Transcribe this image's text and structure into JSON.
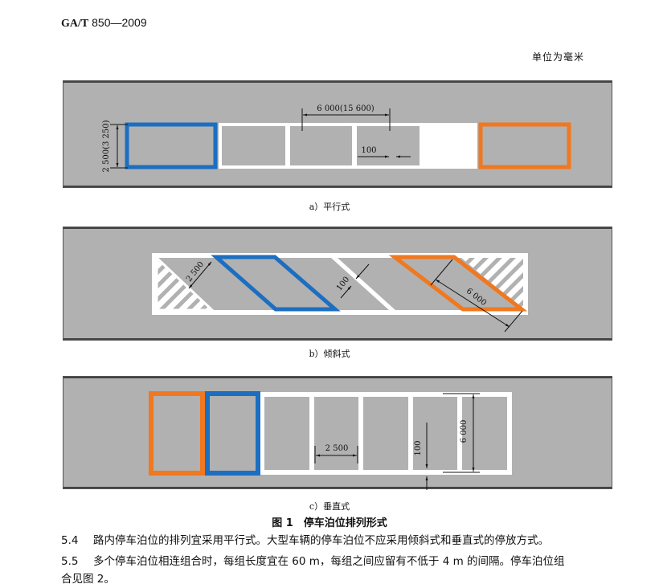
{
  "header": {
    "standard_prefix": "GA/T",
    "standard_number": "850—2009",
    "unit_note": "单位为毫米"
  },
  "colors": {
    "road_gray": "#b1b1b1",
    "marking_white": "#ffffff",
    "blue_stall": "#1c6ec0",
    "orange_stall": "#f07820",
    "dimension_line": "#111111"
  },
  "figure": {
    "title": "图 1　停车泊位排列形式",
    "panels": [
      {
        "id": "a",
        "caption": "a）平行式",
        "dimensions": {
          "stall_length": "6 000(15 600)",
          "stall_width": "2 500(3 250)",
          "line_width": "100"
        }
      },
      {
        "id": "b",
        "caption": "b）倾斜式",
        "dimensions": {
          "stall_width": "2 500",
          "line_width": "100",
          "stall_length": "6 000"
        }
      },
      {
        "id": "c",
        "caption": "c）垂直式",
        "dimensions": {
          "stall_width": "2 500",
          "line_width": "100",
          "stall_length": "6 000"
        }
      }
    ]
  },
  "paragraphs": [
    {
      "number": "5.4",
      "text": "路内停车泊位的排列宜采用平行式。大型车辆的停车泊位不应采用倾斜式和垂直式的停放方式。"
    },
    {
      "number": "5.5",
      "text": "多个停车泊位相连组合时，每组长度宜在 60 m，每组之间应留有不低于 4 m 的间隔。停车泊位组"
    },
    {
      "number": "",
      "text": "合见图 2。"
    }
  ]
}
